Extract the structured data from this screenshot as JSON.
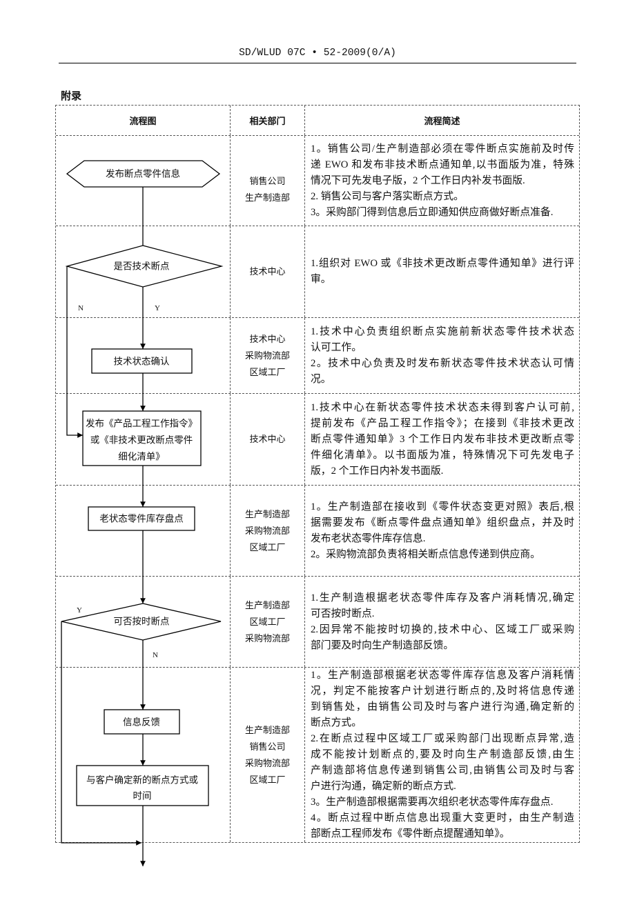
{
  "header": {
    "doc_code": "SD/WLUD 07C • 52-2009(0/A)"
  },
  "appendix_title": "附录",
  "table": {
    "columns": [
      "流程图",
      "相关部门",
      "流程简述"
    ],
    "rows": [
      {
        "departments": [
          "销售公司",
          "生产制造部"
        ],
        "description": [
          "1。销售公司/生产制造部必须在零件断点实施前及时传",
          "递 EWO 和发布非技术断点通知单,以书面版为准，特殊",
          "情况下可先发电子版，2 个工作日内补发书面版.",
          "2. 销售公司与客户落实断点方式。",
          "3。采购部门得到信息后立即通知供应商做好断点准备."
        ]
      },
      {
        "departments": [
          "技术中心"
        ],
        "description": [
          "1.组织对 EWO 或《非技术更改断点零件通知单》进行评",
          "审。"
        ]
      },
      {
        "departments": [
          "技术中心",
          "采购物流部",
          "区域工厂"
        ],
        "description": [
          "1.技术中心负责组织断点实施前新状态零件技术状态",
          "认可工作。",
          "2。技术中心负责及时发布新状态零件技术状态认可情",
          "况。"
        ]
      },
      {
        "departments": [
          "技术中心"
        ],
        "description": [
          "1.技术中心在新状态零件技术状态未得到客户认可前,",
          "提前发布《产品工程工作指令》；在接到《非技术更改",
          "断点零件通知单》3 个工作日内发布非技术更改断点零",
          "件细化清单》。以书面版为准，特殊情况下可先发电子",
          "版，2 个工作日内补发书面版."
        ]
      },
      {
        "departments": [
          "生产制造部",
          "采购物流部",
          "区域工厂"
        ],
        "description": [
          "1。生产制造部在接收到《零件状态变更对照》表后,根",
          "据需要发布《断点零件盘点通知单》组织盘点，并及时",
          "发布老状态零件库存信息.",
          "2。采购物流部负责将相关断点信息传递到供应商。"
        ]
      },
      {
        "departments": [
          "生产制造部",
          "区域工厂",
          "采购物流部"
        ],
        "description": [
          "1.生产制造根据老状态零件库存及客户消耗情况,确定",
          "可否按时断点.",
          "2.因异常不能按时切换的,技术中心、区域工厂或采购",
          "部门要及时向生产制造部反馈。"
        ]
      },
      {
        "departments": [
          "生产制造部",
          "销售公司",
          "采购物流部",
          "区域工厂"
        ],
        "description": [
          "1。生产制造部根据老状态零件库存信息及客户消耗情",
          "况，判定不能按客户计划进行断点的,及时将信息传递",
          "到销售处，由销售公司及时与客户进行沟通,确定新的",
          "断点方式。",
          "2.在断点过程中区域工厂或采购部门出现断点异常,造",
          "成不能按计划断点的,要及时向生产制造部反馈,由生",
          "产制造部将信息传递到销售公司,由销售公司及时与客",
          "户进行沟通，确定新的断点方式.",
          "3。生产制造部根据需要再次组织老状态零件库存盘点.",
          "4。断点过程中断点信息出现重大变更时，由生产制造",
          "部断点工程师发布《零件断点提醒通知单》。"
        ]
      }
    ]
  },
  "flowchart": {
    "nodes": {
      "publish_info": "发布断点零件信息",
      "is_tech_breakpoint": "是否技术断点",
      "tech_status_confirm": "技术状态确认",
      "publish_instruction": [
        "发布《产品工程工作指令》",
        "或《非技术更改断点零件",
        "细化清单》"
      ],
      "inventory_count": "老状态零件库存盘点",
      "on_time_breakpoint": "可否按时断点",
      "info_feedback": "信息反馈",
      "confirm_with_customer": [
        "与客户确定新的断点方式或",
        "时间"
      ]
    },
    "labels": {
      "tech_no": "N",
      "tech_yes": "Y",
      "ontime_yes": "Y",
      "ontime_no": "N"
    }
  }
}
